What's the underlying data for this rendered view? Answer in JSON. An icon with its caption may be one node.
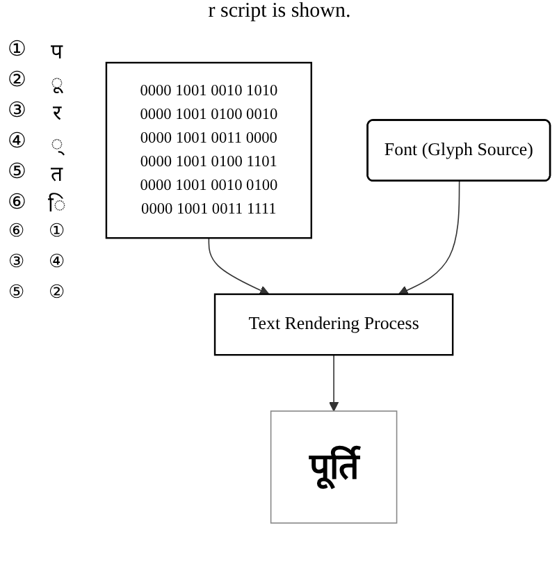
{
  "diagram": {
    "caption": "r script is shown.",
    "nodes": [
      {
        "text": [
          "0000 1001 0010 1010",
          "0000 1001 0100 0010",
          "0000 1001 0011 0000",
          "0000 1001 0100 1101",
          "0000 1001 0010 0100",
          "0000 1001 0011 1111"
        ]
      },
      {
        "text": [
          "Font (Glyph Source)"
        ]
      },
      {
        "text": [
          "Text Rendering Process"
        ]
      },
      {
        "text": [
          "पूर्ति"
        ]
      }
    ],
    "edges": [
      {
        "from": 0,
        "to": 2,
        "arrow": "to"
      },
      {
        "from": 1,
        "to": 2,
        "arrow": "to"
      },
      {
        "from": 2,
        "to": 3,
        "arrow": "to"
      }
    ],
    "labels": [
      "①",
      "प",
      "②",
      "◌ू",
      "③",
      "र",
      "④",
      "◌्",
      "⑤",
      "त",
      "⑥",
      "ि",
      "⑥",
      "①",
      "③",
      "④",
      "⑤",
      "②"
    ]
  }
}
